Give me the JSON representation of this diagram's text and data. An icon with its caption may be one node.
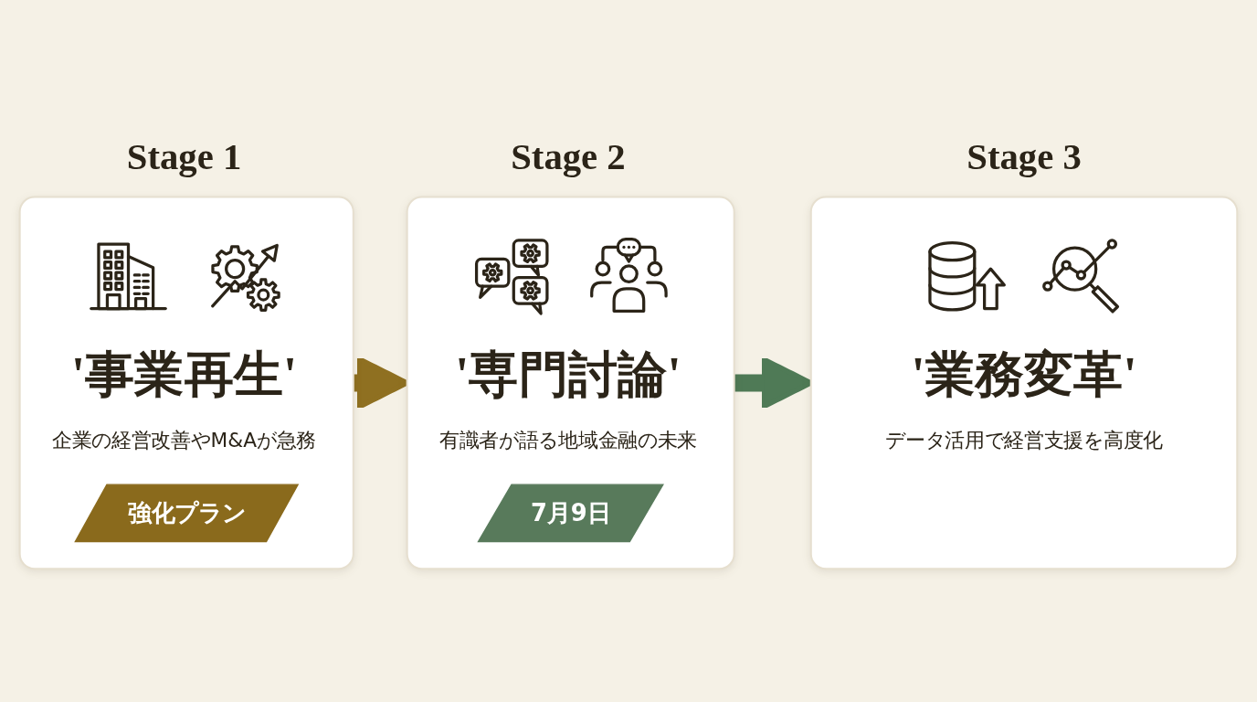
{
  "diagram": {
    "nodes": [
      {
        "text": [
          "Stage 1",
          "'事業再生'",
          "企業の経営改善やM&Aが急務"
        ]
      },
      {
        "text": [
          "強化プラン"
        ],
        "in": 0
      },
      {
        "text": [
          "Stage 2",
          "'専門討論'",
          "有識者が語る地域金融の未来"
        ]
      },
      {
        "text": [
          "7月9日"
        ],
        "in": 2
      },
      {
        "text": [
          "Stage 3",
          "'業務変革'",
          "データ活用で経営支援を高度化"
        ]
      }
    ],
    "edges": [
      {
        "from": 0,
        "to": 2,
        "arrow": "to",
        "color": "#8f7021"
      },
      {
        "from": 2,
        "to": 4,
        "arrow": "to",
        "color": "#4f7a56"
      }
    ]
  }
}
